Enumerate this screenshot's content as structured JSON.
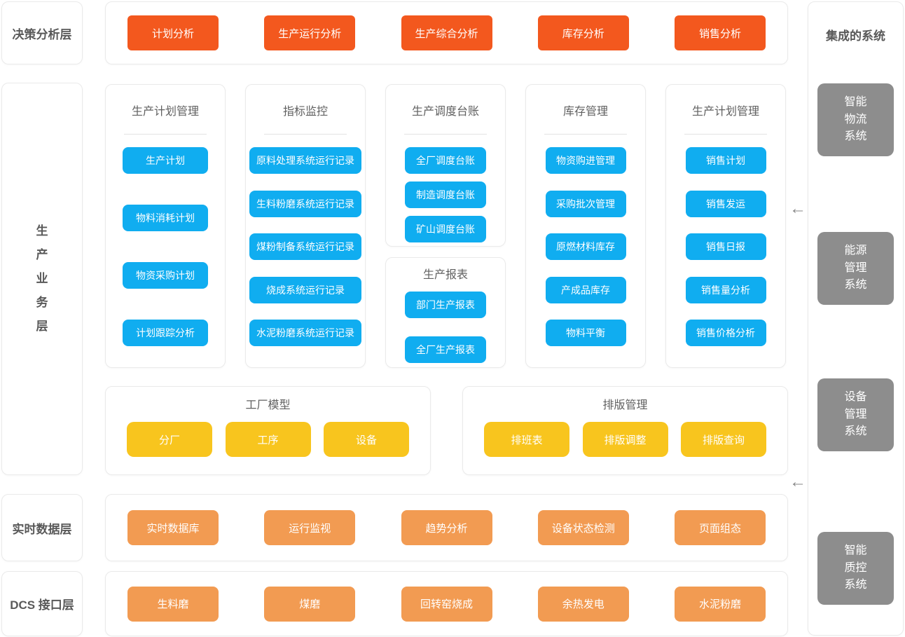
{
  "colors": {
    "decision_button": "#F3581E",
    "business_button": "#10ADF0",
    "model_button": "#F8C51E",
    "data_button": "#F29B52",
    "system_box": "#8D8D8D",
    "label_text": "#595959"
  },
  "left_layers": [
    {
      "label": "决策分析层"
    },
    {
      "label": "生产业务层"
    },
    {
      "label": "实时数据层"
    },
    {
      "label": "DCS 接口层"
    }
  ],
  "decision_row": {
    "buttons": [
      "计划分析",
      "生产运行分析",
      "生产综合分析",
      "库存分析",
      "销售分析"
    ]
  },
  "business_panels": [
    {
      "title": "生产计划管理",
      "items": [
        "生产计划",
        "物料消耗计划",
        "物资采购计划",
        "计划跟踪分析"
      ]
    },
    {
      "title": "指标监控",
      "items": [
        "原料处理系统运行记录",
        "生料粉磨系统运行记录",
        "煤粉制备系统运行记录",
        "烧成系统运行记录",
        "水泥粉磨系统运行记录"
      ]
    },
    {
      "title": "生产调度台账",
      "items": [
        "全厂调度台账",
        "制造调度台账",
        "矿山调度台账"
      ]
    },
    {
      "title": "生产报表",
      "items": [
        "部门生产报表",
        "全厂生产报表"
      ]
    },
    {
      "title": "库存管理",
      "items": [
        "物资购进管理",
        "采购批次管理",
        "原燃材料库存",
        "产成品库存",
        "物料平衡"
      ]
    },
    {
      "title": "生产计划管理",
      "items": [
        "销售计划",
        "销售发运",
        "销售日报",
        "销售量分析",
        "销售价格分析"
      ]
    }
  ],
  "model_panels": [
    {
      "title": "工厂模型",
      "items": [
        "分厂",
        "工序",
        "设备"
      ]
    },
    {
      "title": "排版管理",
      "items": [
        "排班表",
        "排版调整",
        "排版查询"
      ]
    }
  ],
  "realtime_row": {
    "buttons": [
      "实时数据库",
      "运行监视",
      "趋势分析",
      "设备状态检测",
      "页面组态"
    ]
  },
  "dcs_row": {
    "buttons": [
      "生料磨",
      "煤磨",
      "回转窑烧成",
      "余热发电",
      "水泥粉磨"
    ]
  },
  "integrated": {
    "title": "集成的系统",
    "systems": [
      {
        "lines": [
          "智能",
          "物流",
          "系统"
        ]
      },
      {
        "lines": [
          "能源",
          "管理",
          "系统"
        ]
      },
      {
        "lines": [
          "设备",
          "管理",
          "系统"
        ]
      },
      {
        "lines": [
          "智能",
          "质控",
          "系统"
        ]
      }
    ]
  },
  "arrow_glyph": "←"
}
